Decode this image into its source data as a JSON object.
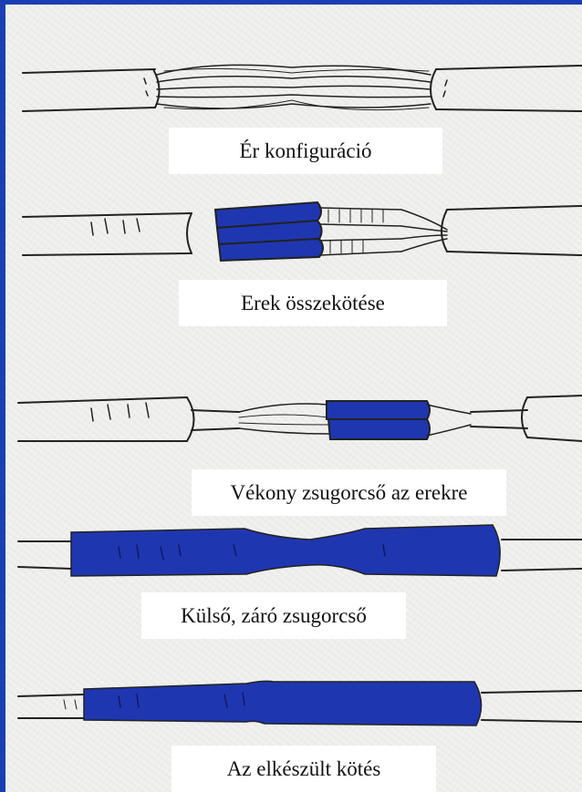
{
  "colors": {
    "frame": "#1a3fb4",
    "sleeve": "#1e37b0",
    "ink": "#222222",
    "paper": "#f1f1ef"
  },
  "steps": [
    {
      "label": "Ér konfiguráció"
    },
    {
      "label": "Erek összekötése"
    },
    {
      "label": "Vékony zsugorcső az erekre"
    },
    {
      "label": "Külső, záró zsugorcső"
    },
    {
      "label": "Az elkészült kötés"
    }
  ]
}
